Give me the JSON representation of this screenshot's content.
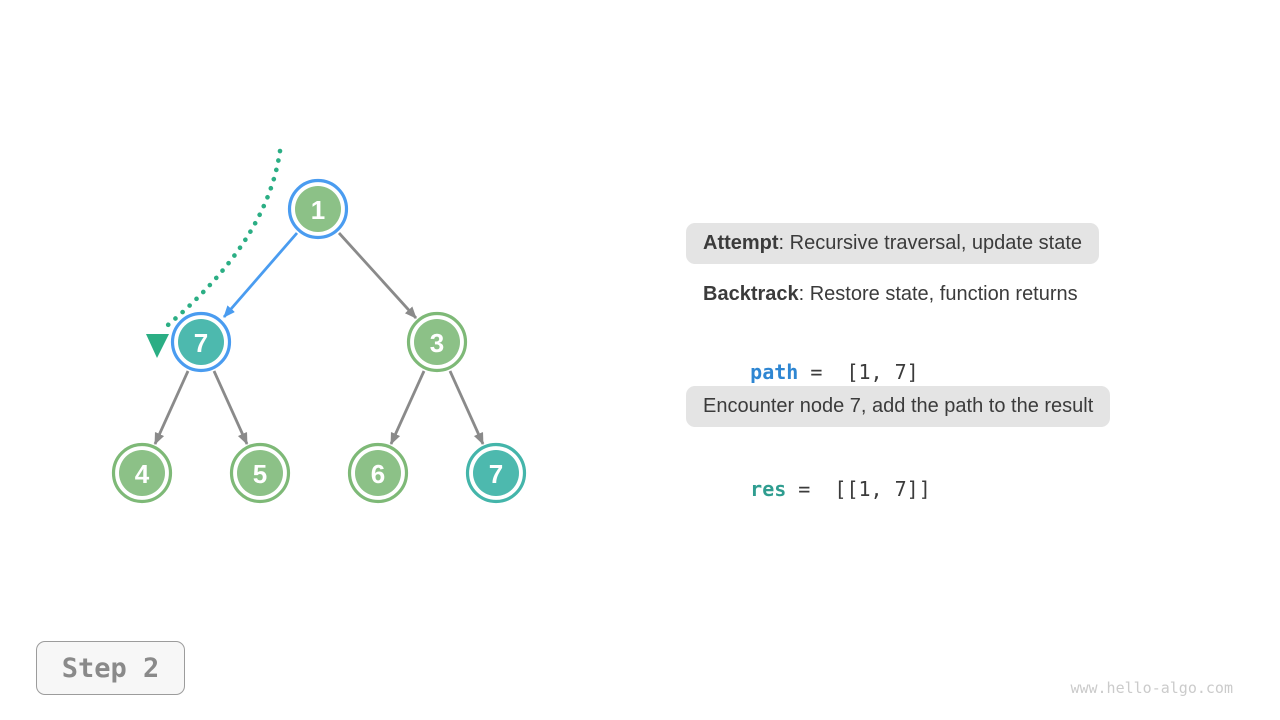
{
  "palette": {
    "node_green_fill": "#8cc187",
    "node_green_ring": "#7eb977",
    "node_teal_fill": "#4db9ae",
    "node_teal_ring": "#44b5aa",
    "highlight_blue": "#4a9cf0",
    "edge_gray": "#8a8a8a",
    "trace_green": "#2bae84"
  },
  "tree": {
    "nodes": [
      {
        "label": "1",
        "fill": "#8cc187",
        "ring": "#4a9cf0"
      },
      {
        "label": "7",
        "fill": "#4db9ae",
        "ring": "#4a9cf0"
      },
      {
        "label": "3",
        "fill": "#8cc187",
        "ring": "#7eb977"
      },
      {
        "label": "4",
        "fill": "#8cc187",
        "ring": "#7eb977"
      },
      {
        "label": "5",
        "fill": "#8cc187",
        "ring": "#7eb977"
      },
      {
        "label": "6",
        "fill": "#8cc187",
        "ring": "#7eb977"
      },
      {
        "label": "7",
        "fill": "#4db9ae",
        "ring": "#44b5aa"
      }
    ]
  },
  "panel": {
    "attempt": {
      "label": "Attempt",
      "text": ": Recursive traversal, update state"
    },
    "backtrack": {
      "label": "Backtrack",
      "text": ": Restore state, function returns"
    },
    "path": {
      "var": "path",
      "value": "=  [1, 7]"
    },
    "encounter": {
      "text": "Encounter node 7, add the path to the result"
    },
    "res": {
      "var": "res",
      "value": "=  [[1, 7]]"
    }
  },
  "step_badge": {
    "label": "Step 2"
  },
  "watermark": {
    "text": "www.hello-algo.com"
  }
}
